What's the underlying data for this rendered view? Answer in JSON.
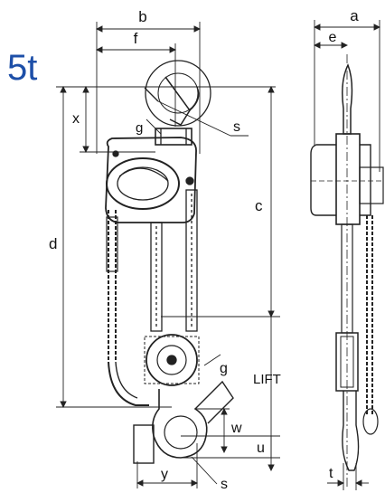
{
  "capacity": {
    "text": "5t",
    "color": "#1d4fa8"
  },
  "labels": {
    "b": "b",
    "f": "f",
    "a": "a",
    "e": "e",
    "x": "x",
    "g_top": "g",
    "s_top": "s",
    "c": "c",
    "d": "d",
    "lift": "LIFT",
    "g_bottom": "g",
    "w": "w",
    "u": "u",
    "y": "y",
    "s_bottom": "s",
    "t": "t"
  }
}
